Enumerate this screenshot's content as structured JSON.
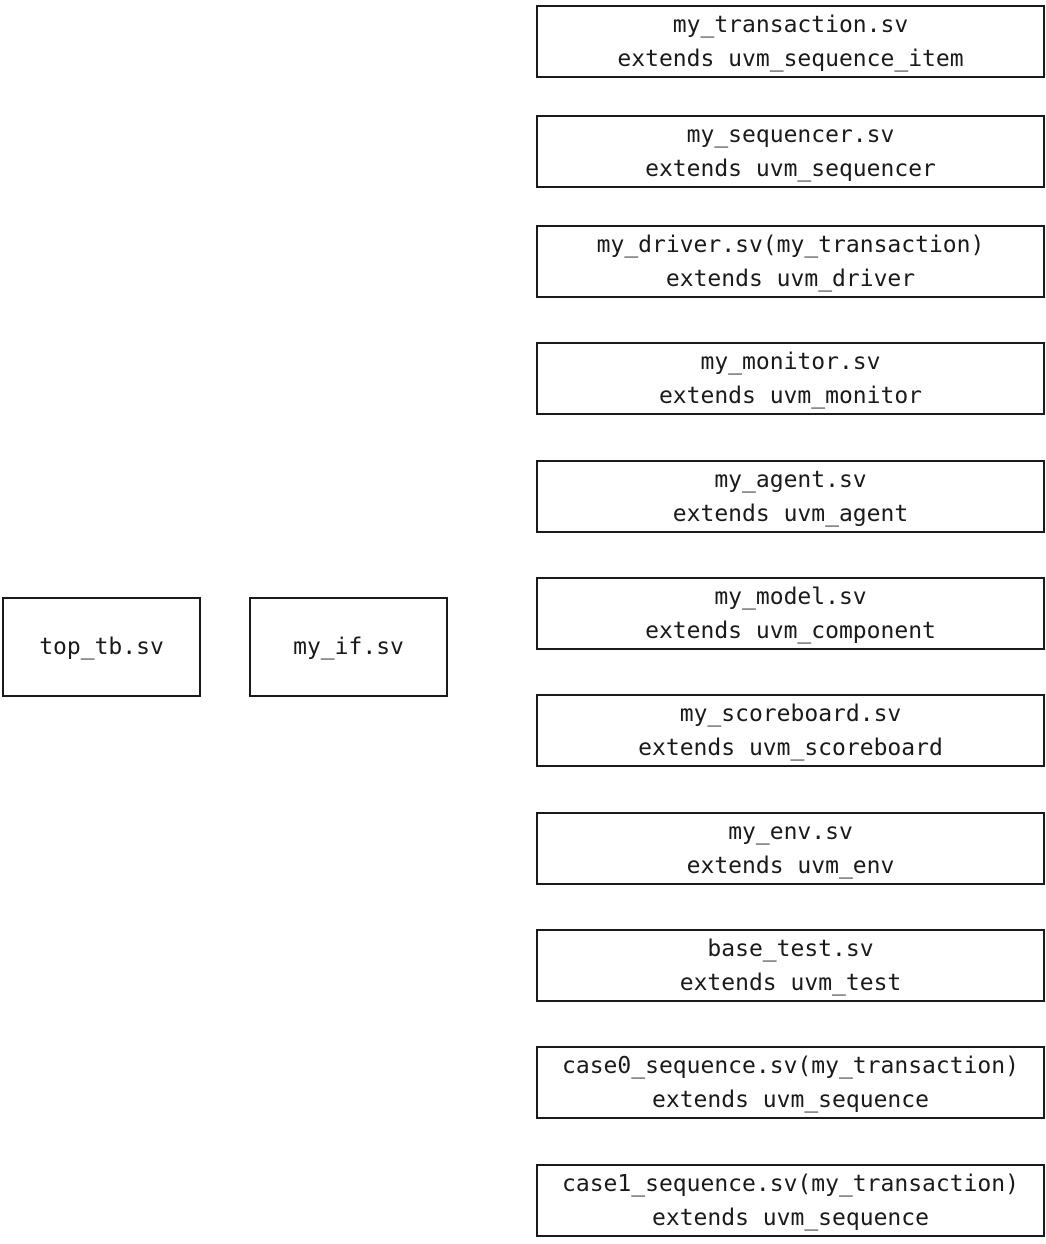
{
  "left_boxes": [
    {
      "label": "top_tb.sv"
    },
    {
      "label": "my_if.sv"
    }
  ],
  "class_boxes": [
    {
      "file": "my_transaction.sv",
      "extends": "extends uvm_sequence_item"
    },
    {
      "file": "my_sequencer.sv",
      "extends": "extends uvm_sequencer"
    },
    {
      "file": "my_driver.sv(my_transaction)",
      "extends": "extends uvm_driver"
    },
    {
      "file": "my_monitor.sv",
      "extends": "extends uvm_monitor"
    },
    {
      "file": "my_agent.sv",
      "extends": "extends uvm_agent"
    },
    {
      "file": "my_model.sv",
      "extends": "extends uvm_component"
    },
    {
      "file": "my_scoreboard.sv",
      "extends": "extends uvm_scoreboard"
    },
    {
      "file": "my_env.sv",
      "extends": "extends uvm_env"
    },
    {
      "file": "base_test.sv",
      "extends": "extends uvm_test"
    },
    {
      "file": "case0_sequence.sv(my_transaction)",
      "extends": "extends uvm_sequence"
    },
    {
      "file": "case1_sequence.sv(my_transaction)",
      "extends": "extends uvm_sequence"
    }
  ]
}
